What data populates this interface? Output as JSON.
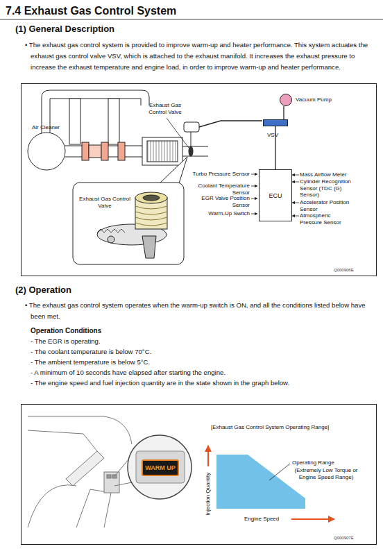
{
  "diagram": {
    "title": "7.4 Exhaust Gas Control System",
    "nodes": [
      {
        "text": [
          "Q000906E"
        ]
      },
      {
        "text": [
          "Vacuum Pump"
        ],
        "in": 0
      },
      {
        "text": [
          "VSV"
        ],
        "in": 0
      },
      {
        "text": [
          "ECU"
        ],
        "in": 0
      },
      {
        "text": [
          "Q000907E"
        ]
      },
      {
        "text": [
          "WARM UP"
        ],
        "in": 4
      }
    ],
    "edges": [
      {
        "from": 1,
        "to": 2,
        "arrow": "none"
      },
      {
        "from": 3,
        "to": 2,
        "arrow": "none"
      }
    ],
    "labels": [
      "(1) General Description",
      "• The exhaust gas control system is provided to improve warm-up and heater performance. This system actuates the exhaust gas control valve VSV, which is attached to the exhaust manifold. It increases the exhaust pressure to increase the exhaust temperature and engine load, in order to improve warm-up and heater performance.",
      "Exhaust Gas Control Valve",
      "Air Cleaner",
      "Turbo Pressure Sensor",
      "Coolant Temperature Sensor",
      "EGR Valve Position Sensor",
      "Warm-Up Switch",
      "Mass Airflow Meter",
      "Cylinder Recognition Sensor (TDC (G) Sensor)",
      "Accelerator Position Sensor",
      "Atmospheric Pressure Sensor",
      "Exhaust Gas Control Valve",
      "(2) Operation",
      "• The exhaust gas control system operates when the warm-up switch is ON, and all the conditions listed below have been met.",
      "Operation Conditions",
      "- The EGR is operating.",
      "- The coolant temperature is below 70°C.",
      "- The ambient temperature is below 5°C.",
      "- A minimum of 10 seconds have elapsed after starting the engine.",
      "- The engine speed and fuel injection quantity are in the state shown in the graph below.",
      "[Exhaust Gas Control System Operating Range]",
      "Injection Quantity",
      "Engine Speed",
      "Operating Range",
      "(Extremely Low Torque or Engine Speed Range)"
    ]
  }
}
